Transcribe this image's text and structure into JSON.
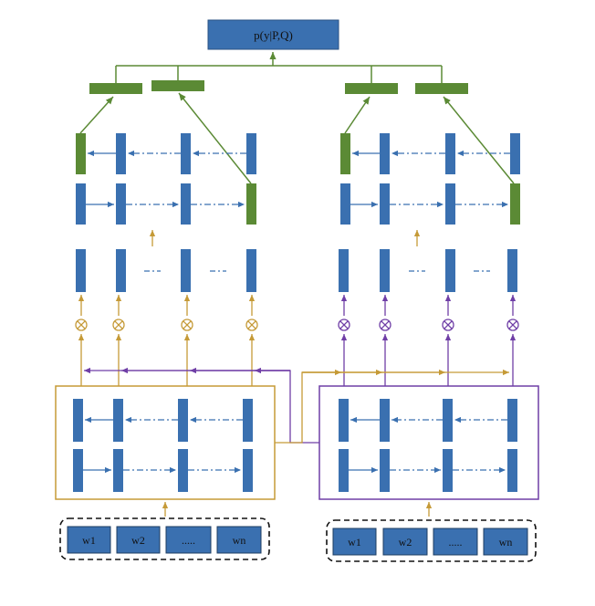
{
  "output_box": {
    "label": "p(y|P,Q)"
  },
  "left_input": {
    "tokens": [
      "w1",
      "w2",
      ".....",
      "wn"
    ]
  },
  "right_input": {
    "tokens": [
      "w1",
      "w2",
      ".....",
      "wn"
    ]
  },
  "colors": {
    "cell_blue": "#3a70b0",
    "output_blue": "#3a70b0",
    "green": "#5b8a35",
    "gold": "#c59a37",
    "purple": "#6f3ea6",
    "arrow_blue": "#3a70b0"
  },
  "icons": {
    "multiply": "circle-times-icon"
  }
}
